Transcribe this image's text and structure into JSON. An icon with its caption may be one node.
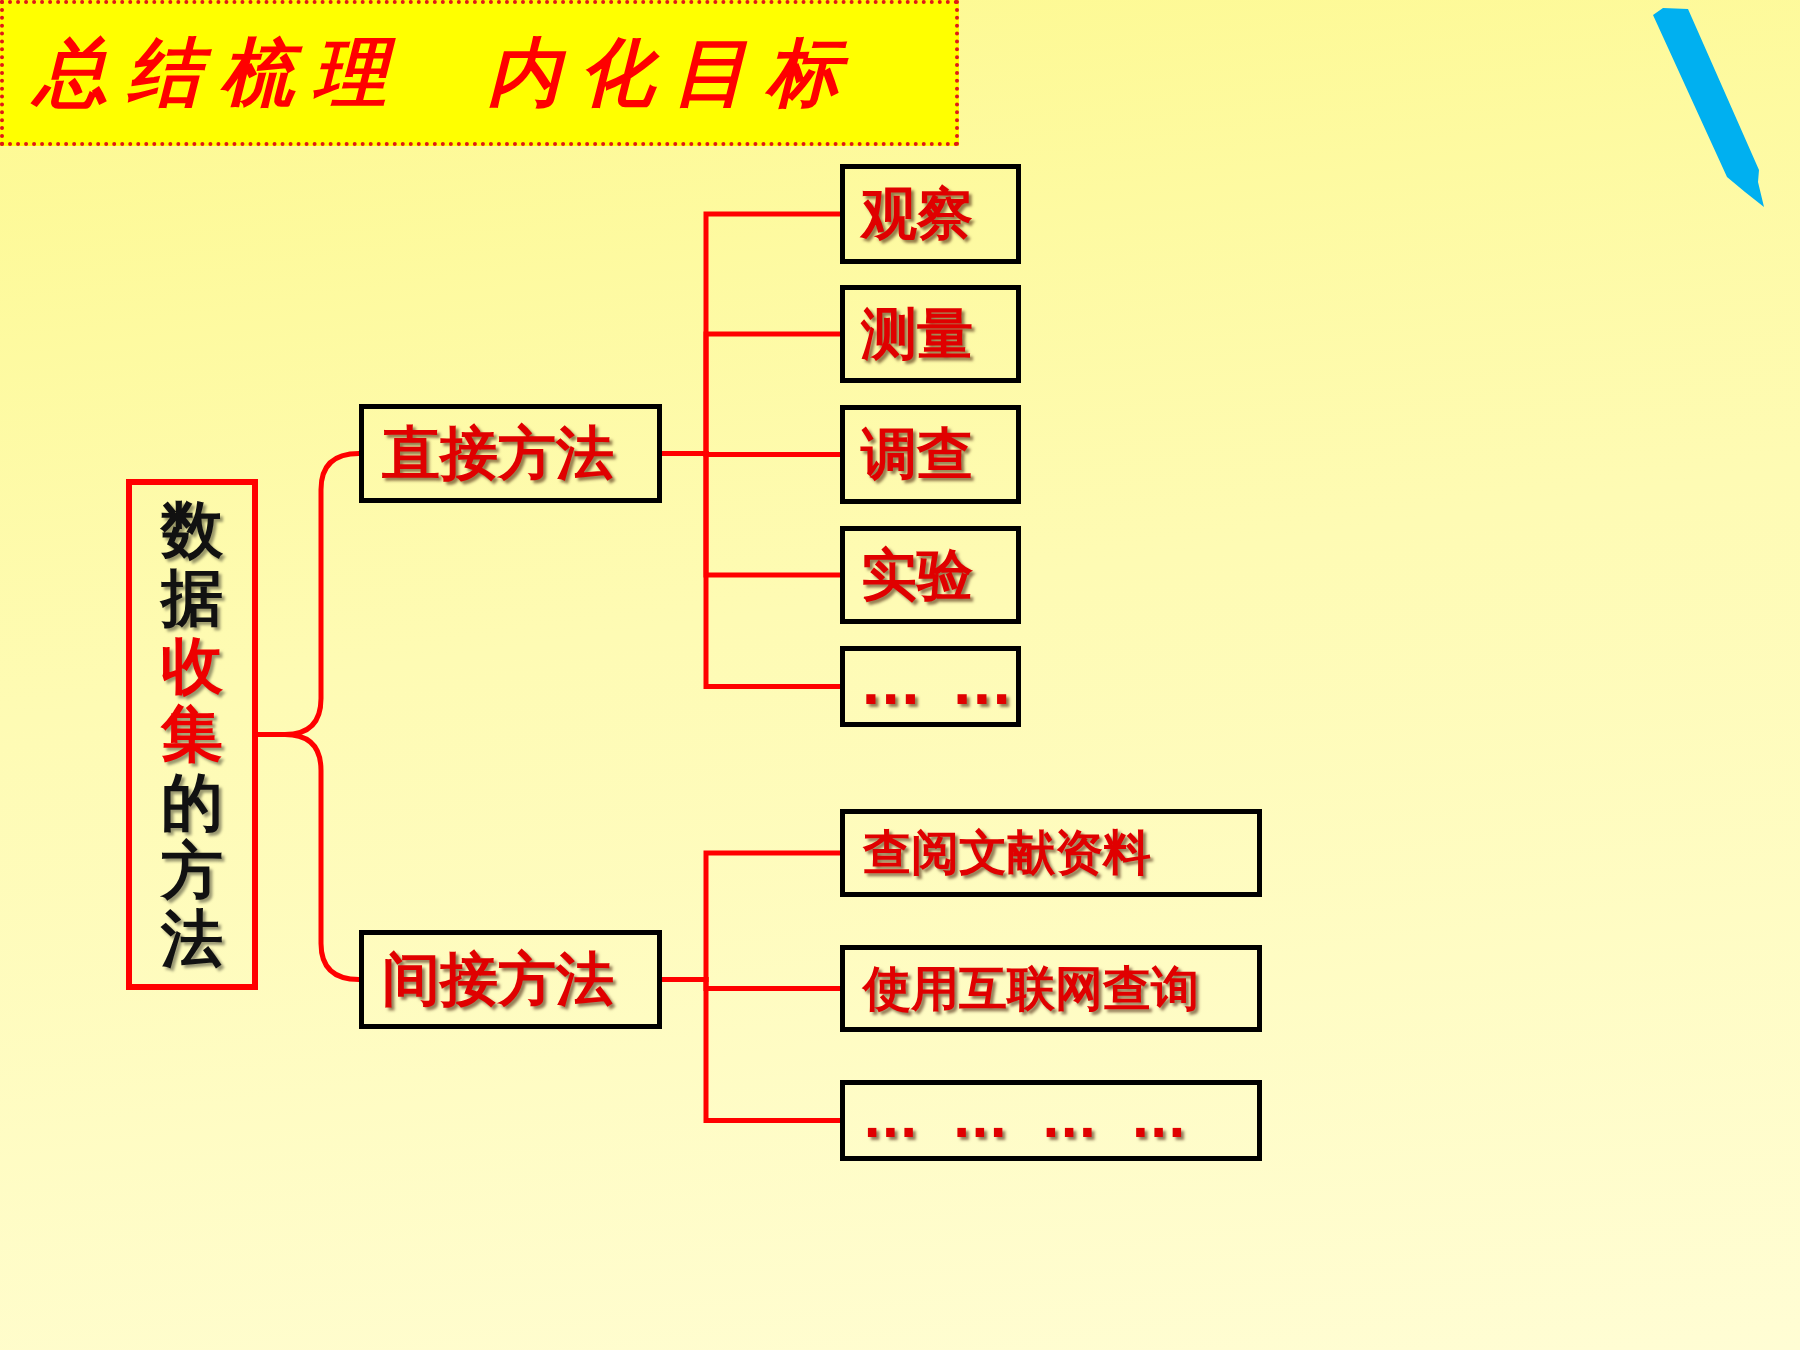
{
  "diagram": {
    "title": "总结梳理 内化目标",
    "nodes": [
      {
        "text": [
          "数据**收集**的方法"
        ]
      },
      {
        "text": [
          "直接方法"
        ]
      },
      {
        "text": [
          "间接方法"
        ]
      },
      {
        "text": [
          "观察"
        ]
      },
      {
        "text": [
          "测量"
        ]
      },
      {
        "text": [
          "调查"
        ]
      },
      {
        "text": [
          "实验"
        ]
      },
      {
        "text": [
          "... ..."
        ]
      },
      {
        "text": [
          "查阅文献资料"
        ]
      },
      {
        "text": [
          "使用互联网查询"
        ]
      },
      {
        "text": [
          "... ... ... ..."
        ]
      }
    ],
    "edges": [
      {
        "from": 0,
        "to": 1,
        "arrow": "none"
      },
      {
        "from": 0,
        "to": 2,
        "arrow": "none"
      },
      {
        "from": 1,
        "to": 3,
        "arrow": "none"
      },
      {
        "from": 1,
        "to": 4,
        "arrow": "none"
      },
      {
        "from": 1,
        "to": 5,
        "arrow": "none"
      },
      {
        "from": 1,
        "to": 6,
        "arrow": "none"
      },
      {
        "from": 1,
        "to": 7,
        "arrow": "none"
      },
      {
        "from": 2,
        "to": 8,
        "arrow": "none"
      },
      {
        "from": 2,
        "to": 9,
        "arrow": "none"
      },
      {
        "from": 2,
        "to": 10,
        "arrow": "none"
      }
    ]
  }
}
